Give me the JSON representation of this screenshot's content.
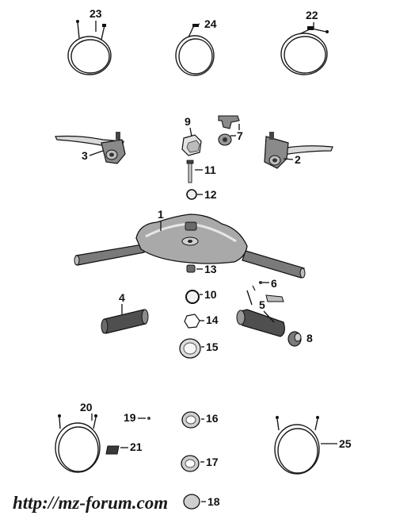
{
  "labels": {
    "p1": "1",
    "p2": "2",
    "p3": "3",
    "p4": "4",
    "p5": "5",
    "p6": "6",
    "p7": "7",
    "p8": "8",
    "p9": "9",
    "p10": "10",
    "p11": "11",
    "p12": "12",
    "p13": "13",
    "p14": "14",
    "p15": "15",
    "p16": "16",
    "p17": "17",
    "p18": "18",
    "p19": "19",
    "p20": "20",
    "p21": "21",
    "p22": "22",
    "p23": "23",
    "p24": "24",
    "p25": "25"
  },
  "watermark": "http://mz-forum.com"
}
